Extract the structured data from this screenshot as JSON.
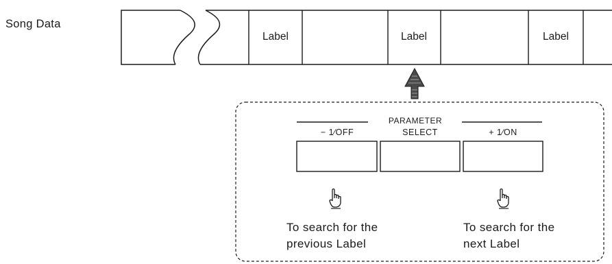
{
  "song_data_label": "Song Data",
  "tape_labels": [
    "Label",
    "Label",
    "Label"
  ],
  "panel": {
    "group_title": "PARAMETER",
    "buttons": [
      {
        "label": "− 1∕OFF"
      },
      {
        "label": "SELECT"
      },
      {
        "label": "+ 1∕ON"
      }
    ],
    "captions": {
      "previous": [
        "To search for the",
        "previous Label"
      ],
      "next": [
        "To search for the",
        "next Label"
      ]
    }
  },
  "colors": {
    "ink": "#1a1a1a",
    "background": "#ffffff"
  },
  "icons": [
    "up-arrow-icon",
    "pointing-hand-icon"
  ]
}
